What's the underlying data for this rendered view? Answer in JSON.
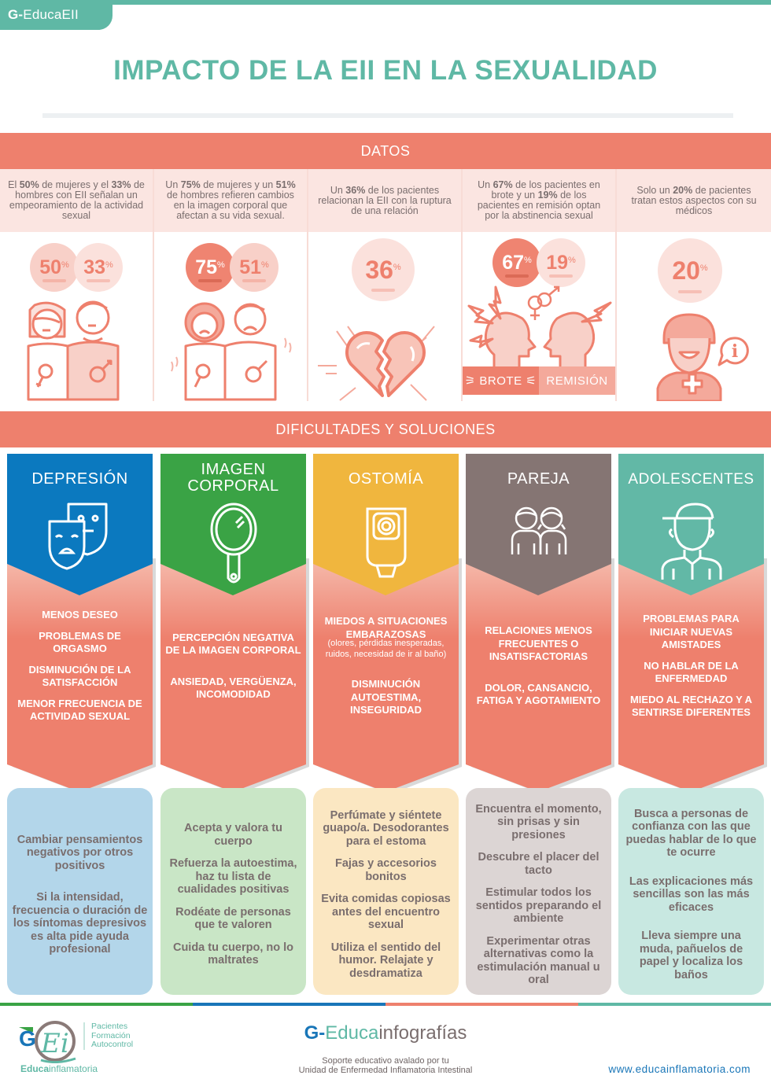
{
  "brand": {
    "prefix": "G-",
    "name": "EducaEII"
  },
  "title": "IMPACTO DE LA EII EN LA SEXUALIDAD",
  "colors": {
    "teal": "#5fb8a5",
    "salmon": "#ee806d",
    "salmon_light": "#fbe5e1",
    "blue": "#0b79bf",
    "green": "#3aa345",
    "yellow": "#f0b63e",
    "taupe": "#857573",
    "adolescent_teal": "#62b8a6",
    "text_grey": "#7a6e6e",
    "link_blue": "#1976b8"
  },
  "datos": {
    "heading": "DATOS",
    "items": [
      {
        "text_parts": [
          "El ",
          "50%",
          " de mujeres y el ",
          "33%",
          " de hombres con EII  señalan un empeoramiento de la actividad sexual"
        ],
        "percentages": [
          {
            "value": "50",
            "symbol": "%"
          },
          {
            "value": "33",
            "symbol": "%"
          }
        ],
        "illustration": "woman-and-man-neutral-icon"
      },
      {
        "text_parts": [
          "Un ",
          "75%",
          " de mujeres y un ",
          "51%",
          " de hombres refieren cambios en la imagen corporal que afectan a su vida sexual."
        ],
        "percentages": [
          {
            "value": "75",
            "symbol": "%"
          },
          {
            "value": "51",
            "symbol": "%"
          }
        ],
        "illustration": "woman-and-man-sad-icon"
      },
      {
        "text_parts": [
          "Un ",
          "36%",
          " de los pacientes relacionan la EII con la ruptura de una relación"
        ],
        "percentages": [
          {
            "value": "36",
            "symbol": "%"
          }
        ],
        "illustration": "broken-heart-icon"
      },
      {
        "text_parts": [
          "Un ",
          "67%",
          " de los pacientes en brote y un ",
          "19%",
          " de los pacientes en remisión optan por la abstinencia sexual"
        ],
        "percentages": [
          {
            "value": "67",
            "symbol": "%"
          },
          {
            "value": "19",
            "symbol": "%"
          }
        ],
        "illustration": "two-heads-lightning-icon",
        "labels": {
          "brote": "BROTE",
          "remision": "REMISIÓN"
        }
      },
      {
        "text_parts": [
          "Solo un ",
          "20%",
          " de pacientes tratan estos aspectos con su médicos"
        ],
        "percentages": [
          {
            "value": "20",
            "symbol": "%"
          }
        ],
        "illustration": "doctor-info-icon"
      }
    ]
  },
  "dificultades": {
    "heading": "DIFICULTADES Y SOLUCIONES",
    "cards": [
      {
        "title": "DEPRESIÓN",
        "icon": "theater-masks-icon",
        "color": "#0b79bf",
        "sol_bg": "#b3d6ea",
        "difficulties": [
          "MENOS DESEO",
          "PROBLEMAS DE ORGASMO",
          "DISMINUCIÓN DE LA SATISFACCIÓN",
          "MENOR FRECUENCIA DE ACTIVIDAD SEXUAL"
        ],
        "solutions": [
          "Cambiar pensamientos negativos por otros positivos",
          "Si la intensidad, frecuencia o duración de los síntomas depresivos es alta pide ayuda profesional"
        ]
      },
      {
        "title": "IMAGEN CORPORAL",
        "icon": "hand-mirror-icon",
        "color": "#3aa345",
        "sol_bg": "#c9e6c6",
        "difficulties": [
          "PERCEPCIÓN NEGATIVA DE LA IMAGEN CORPORAL",
          "ANSIEDAD, VERGÜENZA, INCOMODIDAD"
        ],
        "solutions": [
          "Acepta y valora tu cuerpo",
          "Refuerza la autoestima, haz tu lista de cualidades positivas",
          "Rodéate de personas que te valoren",
          "Cuida tu cuerpo, no lo maltrates"
        ]
      },
      {
        "title": "OSTOMÍA",
        "icon": "ostomy-bag-icon",
        "color": "#f0b63e",
        "sol_bg": "#fbe7c2",
        "difficulties": [
          "MIEDOS A SITUACIONES EMBARAZOSAS",
          "DISMINUCIÓN AUTOESTIMA, INSEGURIDAD"
        ],
        "difficulty_note": "(olores, pérdidas inesperadas, ruidos, necesidad de ir al baño)",
        "solutions": [
          "Perfúmate y siéntete guapo/a. Desodorantes para el estoma",
          "Fajas y accesorios bonitos",
          "Evita comidas copiosas antes del encuentro sexual",
          "Utiliza el sentido del humor. Relajate y desdramatiza"
        ]
      },
      {
        "title": "PAREJA",
        "icon": "couple-icon",
        "color": "#857573",
        "sol_bg": "#dcd5d4",
        "difficulties": [
          "RELACIONES MENOS FRECUENTES O INSATISFACTORIAS",
          "DOLOR, CANSANCIO, FATIGA Y AGOTAMIENTO"
        ],
        "solutions": [
          "Encuentra el momento, sin prisas y sin presiones",
          "Descubre el placer del tacto",
          "Estimular todos los sentidos preparando el ambiente",
          "Experimentar otras alternativas como la estimulación manual u oral"
        ]
      },
      {
        "title": "ADOLESCENTES",
        "icon": "teen-with-cap-icon",
        "color": "#62b8a6",
        "sol_bg": "#c8e8e1",
        "difficulties": [
          "PROBLEMAS PARA INICIAR NUEVAS AMISTADES",
          "NO HABLAR DE LA ENFERMEDAD",
          "MIEDO AL RECHAZO Y A SENTIRSE DIFERENTES"
        ],
        "solutions": [
          "Busca a personas de confianza con las que puedas hablar de lo que te ocurre",
          "Las explicaciones más sencillas son las más eficaces",
          "Lleva siempre una muda, pañuelos de papel y localiza los baños"
        ]
      }
    ]
  },
  "footer": {
    "logo_taglines": [
      "Pacientes",
      "Formación",
      "Autocontrol"
    ],
    "logo_name_bold": "Educa",
    "logo_name_rest": "inflamatoria",
    "center_title": {
      "g": "G-",
      "educa": "Educa",
      "rest": "infografías"
    },
    "subtitle_lines": [
      "Soporte educativo avalado por tu",
      "Unidad de Enfermedad Inflamatoria Intestinal"
    ],
    "url": "www.educainflamatoria.com",
    "rule_colors": [
      "#3aa345",
      "#1976b8",
      "#ee806d",
      "#5fb8a5"
    ]
  }
}
